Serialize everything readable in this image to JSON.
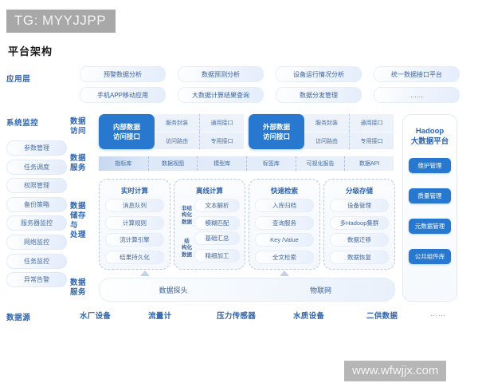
{
  "watermarks": {
    "tag": "TG: MYYJJPP",
    "url": "www.wfwjjx.com"
  },
  "page_title": "平台架构",
  "row_labels": {
    "application": "应用层",
    "system_monitor": "系统监控",
    "data_source": "数据源"
  },
  "section_labels": {
    "data_access": "数据\n访问",
    "data_service_top": "数据\n服务",
    "data_storage": "数据\n储存\n与\n处理",
    "data_service_bottom": "数据\n服务"
  },
  "sidebar": {
    "items": [
      {
        "label": "参数管理"
      },
      {
        "label": "任务调度"
      },
      {
        "label": "权限管理"
      },
      {
        "label": "备份策略"
      },
      {
        "label": "服务器监控"
      },
      {
        "label": "网络监控"
      },
      {
        "label": "任务监控"
      },
      {
        "label": "异常告警"
      }
    ]
  },
  "application_layer": {
    "columns": [
      {
        "top": "预警数据分析",
        "bottom": "手机APP移动应用"
      },
      {
        "top": "数据预测分析",
        "bottom": "大数据计算结果查询"
      },
      {
        "top": "设备运行情况分析",
        "bottom": "数据分发管理"
      },
      {
        "top": "统一数据接口平台",
        "bottom": "……"
      }
    ]
  },
  "data_access": {
    "groups": [
      {
        "button": "内部数据\n访问接口",
        "button_line1": "内部数据",
        "button_line2": "访问接口",
        "cells": [
          "服务封装",
          "通用接口",
          "访问路由",
          "专用接口"
        ]
      },
      {
        "button": "外部数据\n访问接口",
        "button_line1": "外部数据",
        "button_line2": "访问接口",
        "cells": [
          "服务封装",
          "通用接口",
          "访问路由",
          "专用接口"
        ]
      }
    ]
  },
  "data_service_strip": {
    "cells": [
      "指标库",
      "数据视图",
      "模型库",
      "标签库",
      "可视化报告",
      "数据API"
    ]
  },
  "processing": {
    "boxes": [
      {
        "title": "实时计算",
        "layout": "simple",
        "items": [
          "消息队列",
          "计算规则",
          "流计算引擎",
          "结果持久化"
        ]
      },
      {
        "title": "离线计算",
        "layout": "grouped",
        "groups": [
          {
            "label": "非结\n构化\n数据",
            "label_line1": "非结",
            "label_line2": "构化",
            "label_line3": "数据",
            "items": [
              "文本解析",
              "模糊匹配"
            ]
          },
          {
            "label": "结\n构化\n数据",
            "label_line1": "结",
            "label_line2": "构化",
            "label_line3": "数据",
            "items": [
              "基础汇总",
              "精细加工"
            ]
          }
        ]
      },
      {
        "title": "快速检索",
        "layout": "simple",
        "items": [
          "入库归档",
          "查询服务",
          "Key /Value",
          "全文检索"
        ]
      },
      {
        "title": "分级存储",
        "layout": "simple",
        "items": [
          "设备管理",
          "多Hadoop集群",
          "数据迁移",
          "数据恢复"
        ]
      }
    ]
  },
  "bottom_service_bar": {
    "cells": [
      "数据探头",
      "物联网"
    ]
  },
  "hadoop_panel": {
    "title_line1": "Hadoop",
    "title_line2": "大数据平台",
    "items": [
      "维护管理",
      "质量管理",
      "元数据管理",
      "公共组件库"
    ]
  },
  "data_sources": {
    "items": [
      "水厂设备",
      "流量计",
      "压力传感器",
      "水质设备",
      "二供数据",
      "……"
    ]
  },
  "colors": {
    "accent_blue": "#2878d0",
    "label_blue": "#2f64ad",
    "pill_text": "#44689f",
    "watermark_gray": "#a8a8a8"
  }
}
